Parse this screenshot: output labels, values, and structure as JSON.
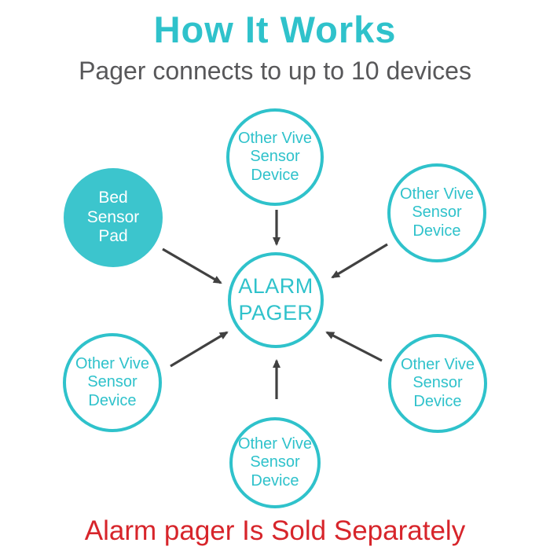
{
  "header": {
    "title": "How It Works",
    "subtitle": "Pager connects to up to 10 devices"
  },
  "diagram": {
    "hub": {
      "lines": [
        "ALARM",
        "PAGER"
      ]
    },
    "nodes": [
      {
        "id": "sensor-top",
        "lines": [
          "Other Vive",
          "Sensor",
          "Device"
        ],
        "filled": false
      },
      {
        "id": "bed-sensor-pad",
        "lines": [
          "Bed",
          "Sensor",
          "Pad"
        ],
        "filled": true
      },
      {
        "id": "sensor-top-right",
        "lines": [
          "Other Vive",
          "Sensor",
          "Device"
        ],
        "filled": false
      },
      {
        "id": "sensor-bottom-left",
        "lines": [
          "Other Vive",
          "Sensor",
          "Device"
        ],
        "filled": false
      },
      {
        "id": "sensor-bottom-center",
        "lines": [
          "Other Vive",
          "Sensor",
          "Device"
        ],
        "filled": false
      },
      {
        "id": "sensor-bottom-right",
        "lines": [
          "Other Vive",
          "Sensor",
          "Device"
        ],
        "filled": false
      }
    ],
    "arrows": "6 gray arrows pointing from each sensor circle toward the central alarm pager"
  },
  "footer": {
    "note": "Alarm pager Is Sold Separately"
  },
  "colors": {
    "teal": "#2fc2cb",
    "teal_fill": "#3cc5cd",
    "subtitle_gray": "#58585a",
    "arrow_gray": "#414141",
    "footer_red": "#d7252b",
    "node_text_white": "#ffffff"
  }
}
